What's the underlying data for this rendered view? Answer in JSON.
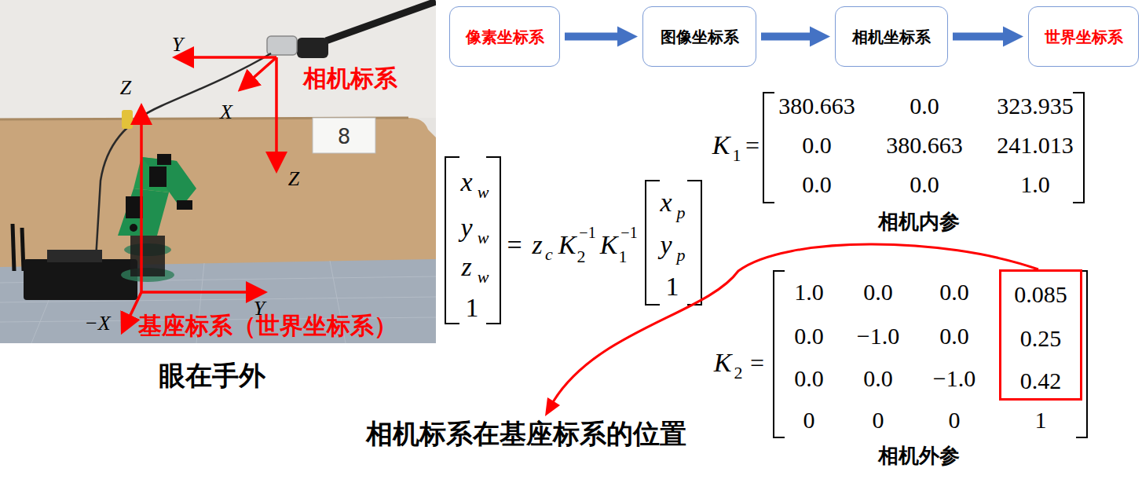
{
  "diagram": {
    "nodes": [
      {
        "text": [
          "像素坐标系"
        ]
      },
      {
        "text": [
          "图像坐标系"
        ]
      },
      {
        "text": [
          "相机坐标系"
        ]
      },
      {
        "text": [
          "世界坐标系"
        ]
      },
      {
        "text": [
          "0.085",
          "0.25",
          "0.42"
        ]
      }
    ],
    "edges": [
      {
        "from": 0,
        "to": 1,
        "arrow": "to"
      },
      {
        "from": 1,
        "to": 2,
        "arrow": "to"
      },
      {
        "from": 2,
        "to": 3,
        "arrow": "to"
      }
    ],
    "labels": [
      "Y",
      "X",
      "Z",
      "相机标系",
      "Z",
      "Y",
      "−X",
      "基座标系（世界坐标系）",
      "眼在手外",
      "8",
      "x",
      "w",
      "y",
      "w",
      "z",
      "w",
      "1",
      "=",
      "z",
      "c",
      "K",
      "2",
      "−1",
      "K",
      "1",
      "−1",
      "x",
      "p",
      "y",
      "p",
      "1",
      "K",
      "1",
      "=",
      "380.663",
      "0.0",
      "323.935",
      "0.0",
      "380.663",
      "241.013",
      "0.0",
      "0.0",
      "1.0",
      "相机内参",
      "K",
      "2",
      "=",
      "1.0",
      "0.0",
      "0.0",
      "0.0",
      "−1.0",
      "0.0",
      "0.0",
      "0.0",
      "−1.0",
      "0",
      "0",
      "0",
      "1",
      "相机外参",
      "相机标系在基座标系的位置"
    ]
  }
}
